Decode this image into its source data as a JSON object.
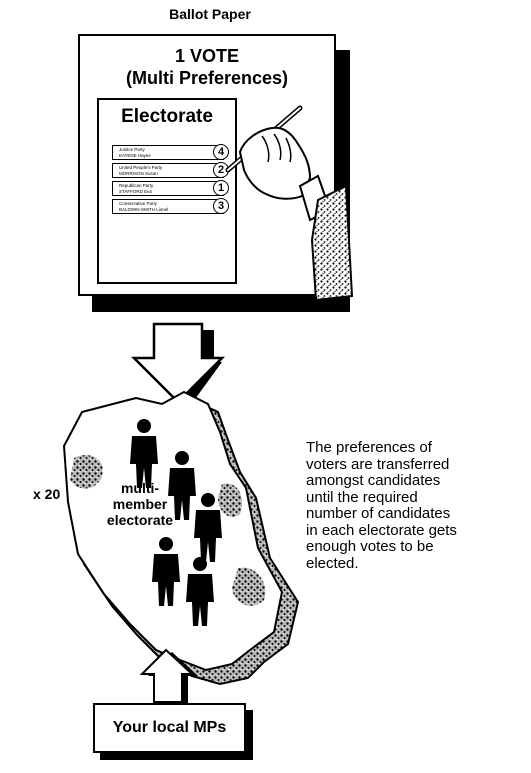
{
  "ballot": {
    "caption": "Ballot Paper",
    "vote_line1": "1 VOTE",
    "vote_line2": "(Multi Preferences)",
    "electorate_title": "Electorate",
    "candidates": [
      {
        "party": "Justice Party",
        "name": "EATENE Hayes",
        "preference": "4"
      },
      {
        "party": "United People's Party",
        "name": "MORRISON Susan",
        "preference": "2"
      },
      {
        "party": "Republican Party",
        "name": "STAFFORD Eva",
        "preference": "1"
      },
      {
        "party": "Conservative Party",
        "name": "BALDWIN-SMITH Lionel",
        "preference": "3"
      }
    ]
  },
  "map": {
    "multiplier": "x 20",
    "label_line1": "multi-",
    "label_line2": "member",
    "label_line3": "electorate"
  },
  "description": {
    "lines": [
      "The preferences of",
      "voters are transferred",
      "amongst candidates",
      "until the required",
      "number of candidates",
      "in each electorate gets",
      "enough votes to be",
      "elected."
    ]
  },
  "result": {
    "label": "Your local MPs"
  }
}
